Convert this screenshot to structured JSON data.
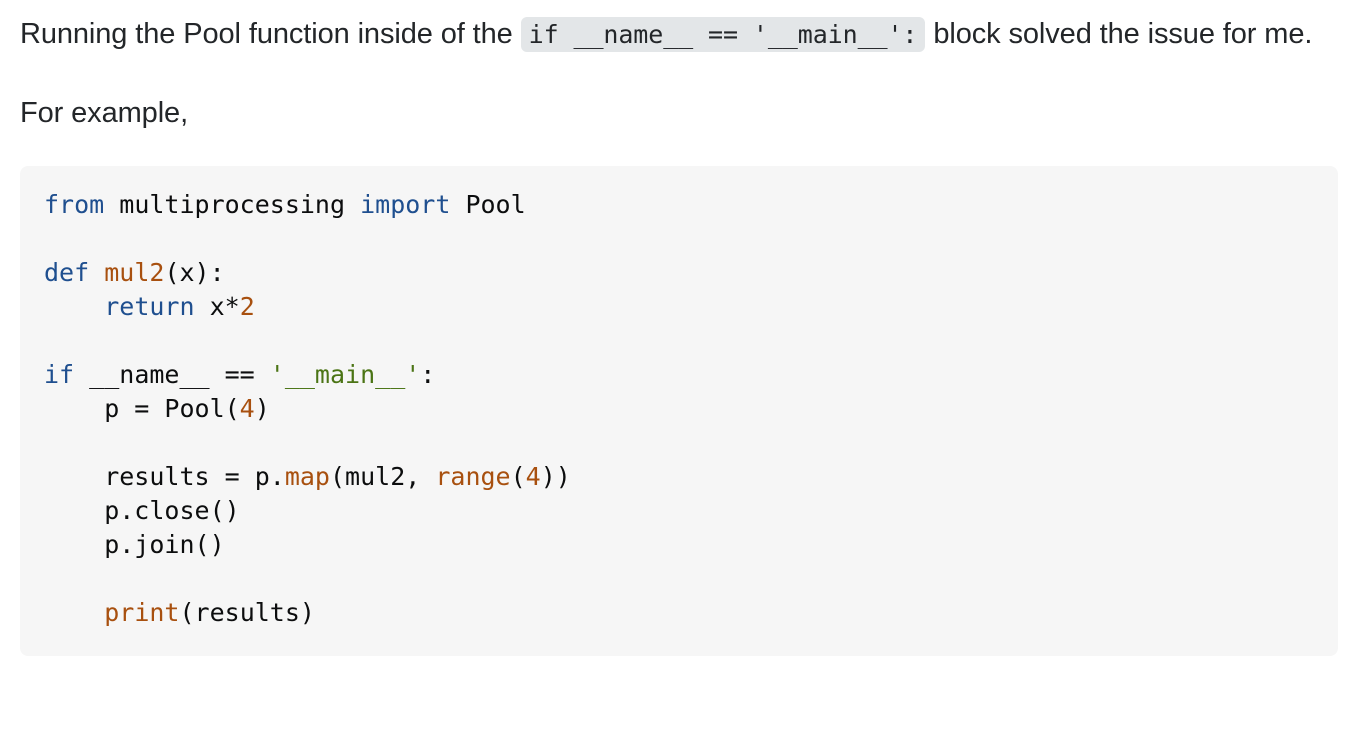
{
  "answer": {
    "intro_before_code": "Running the Pool function inside of the ",
    "inline_code": "if __name__ == '__main__':",
    "intro_after_code": " block solved the issue for me.",
    "example_label": "For example,",
    "code": {
      "line1": {
        "kw_from": "from",
        "module": " multiprocessing ",
        "kw_import": "import",
        "name": " Pool"
      },
      "line3": {
        "kw_def": "def",
        "space": " ",
        "fn_name": "mul2",
        "rest": "(x):"
      },
      "line4": {
        "indent": "    ",
        "kw_return": "return",
        "expr": " x*",
        "num": "2"
      },
      "line6": {
        "kw_if": "if",
        "cond": " __name__ == ",
        "str": "'__main__'",
        "colon": ":"
      },
      "line7": {
        "text_a": "    p = Pool(",
        "num": "4",
        "text_b": ")"
      },
      "line9": {
        "text_a": "    results = p.",
        "fn_map": "map",
        "text_b": "(mul2, ",
        "fn_range": "range",
        "paren": "(",
        "num": "4",
        "close": "))"
      },
      "line10": {
        "text": "    p.close()"
      },
      "line11": {
        "text": "    p.join()"
      },
      "line13": {
        "indent": "    ",
        "fn_print": "print",
        "args": "(results)"
      }
    },
    "colors": {
      "keyword": "#1f4f8f",
      "function_or_number": "#a8500f",
      "string": "#4b7415",
      "code_background": "#f6f6f6",
      "inline_code_background": "#e3e6e8"
    }
  }
}
